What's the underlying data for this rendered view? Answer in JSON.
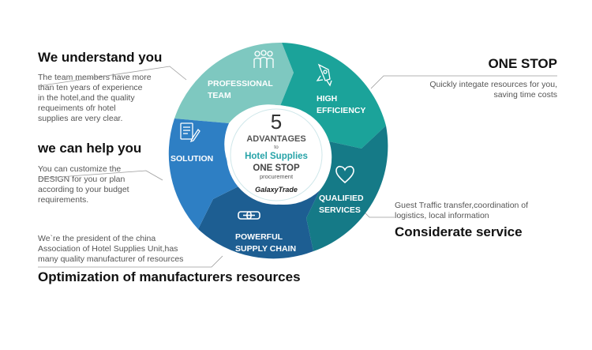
{
  "left_blocks": [
    {
      "title": "We understand you",
      "desc": [
        "The team members have more",
        "than ten years of experience",
        "in the hotel,and the quality",
        "requeiments ofr hotel",
        "supplies are very clear."
      ]
    },
    {
      "title": "we can help you",
      "desc": [
        "You can customize the",
        "DESIGN for you or plan",
        "according to your budget",
        "requirements."
      ]
    }
  ],
  "bottom_block": {
    "desc": [
      "We`re the president of the china",
      "Association of Hotel Supplies Unit,has",
      "many quality manufacturer of resources"
    ],
    "title": "Optimization of manufacturers resources"
  },
  "right_top": {
    "title": "ONE STOP",
    "desc": [
      "Quickly integate resources for you,",
      "saving time costs"
    ]
  },
  "right_bottom": {
    "desc": [
      "Guest Traffic transfer,coordination of",
      "logistics, local information"
    ],
    "title": "Considerate service"
  },
  "segments": [
    {
      "label": [
        "PROFESSIONAL",
        "TEAM"
      ],
      "icon": "people-icon",
      "color": "#7ec8c0"
    },
    {
      "label": [
        "HIGH",
        "EFFICIENCY"
      ],
      "icon": "rocket-icon",
      "color": "#1ba39a"
    },
    {
      "label": [
        "QUALIFIED",
        "SERVICES"
      ],
      "icon": "heart-icon",
      "color": "#157a87"
    },
    {
      "label": [
        "POWERFUL",
        "SUPPLY CHAIN"
      ],
      "icon": "chain-link-icon",
      "color": "#1d5e92"
    },
    {
      "label": [
        "SOLUTION"
      ],
      "icon": "document-pencil-icon",
      "color": "#2e7fc4"
    }
  ],
  "center": {
    "number": "5",
    "advantages": "ADVANTAGES",
    "to": "to",
    "hotel": "Hotel Supplies",
    "onestop": "ONE STOP",
    "procurement": "procurement",
    "brand": "GalaxyTrade"
  }
}
